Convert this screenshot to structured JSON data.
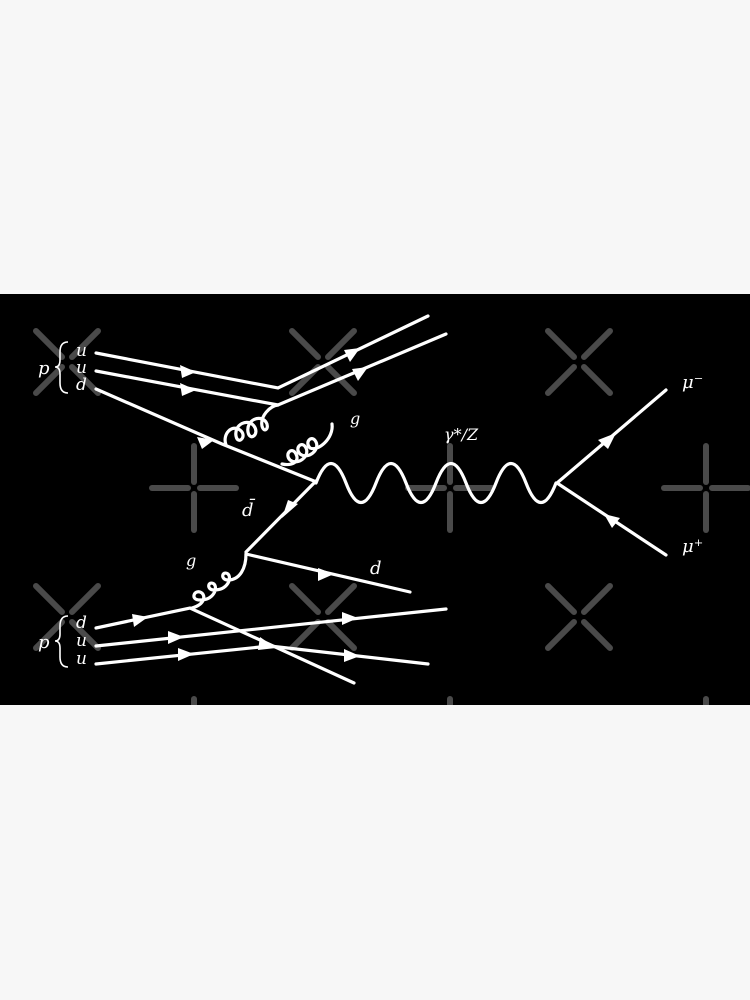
{
  "diagram": {
    "title": "Drell-Yan process Feynman diagram",
    "background_color": "#000000",
    "page_background_color": "#f7f7f7",
    "line_color": "#ffffff",
    "watermark_color": "#4a4a4a",
    "labels": {
      "proton_top": "p",
      "quark_top_1": "u",
      "quark_top_2": "u",
      "quark_top_3": "d",
      "gluon_top": "g",
      "boson": "γ*/Z",
      "muon_minus": "μ⁻",
      "muon_plus": "μ⁺",
      "antiquark": "d̄",
      "gluon_bottom": "g",
      "quark_out": "d",
      "proton_bottom": "p",
      "quark_bottom_1": "d",
      "quark_bottom_2": "u",
      "quark_bottom_3": "u"
    },
    "particles": [
      {
        "name": "incoming-proton-top",
        "constituents": [
          "u",
          "u",
          "d"
        ]
      },
      {
        "name": "incoming-proton-bottom",
        "constituents": [
          "d",
          "u",
          "u"
        ]
      },
      {
        "name": "virtual-boson",
        "label": "γ*/Z",
        "type": "wavy"
      },
      {
        "name": "outgoing-muon-minus",
        "label": "μ⁻"
      },
      {
        "name": "outgoing-muon-plus",
        "label": "μ⁺"
      }
    ]
  }
}
